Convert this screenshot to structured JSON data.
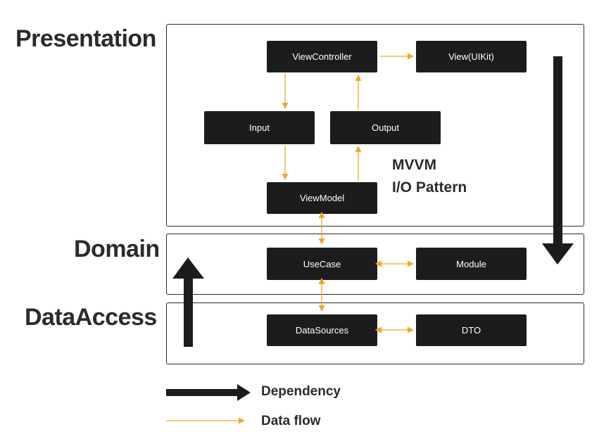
{
  "layers": {
    "presentation": "Presentation",
    "domain": "Domain",
    "data_access": "DataAccess"
  },
  "nodes": {
    "view_controller": "ViewController",
    "view_uikit": "View(UIKit)",
    "input": "Input",
    "output": "Output",
    "view_model": "ViewModel",
    "use_case": "UseCase",
    "module": "Module",
    "data_sources": "DataSources",
    "dto": "DTO"
  },
  "caption": {
    "line1": "MVVM",
    "line2": "I/O Pattern"
  },
  "legend": {
    "dependency": "Dependency",
    "data_flow": "Data flow"
  },
  "colors": {
    "data_flow": "#f5a623",
    "dependency": "#1c1c1c",
    "node_fill": "#1c1c1c",
    "border": "#2a2a2a"
  }
}
